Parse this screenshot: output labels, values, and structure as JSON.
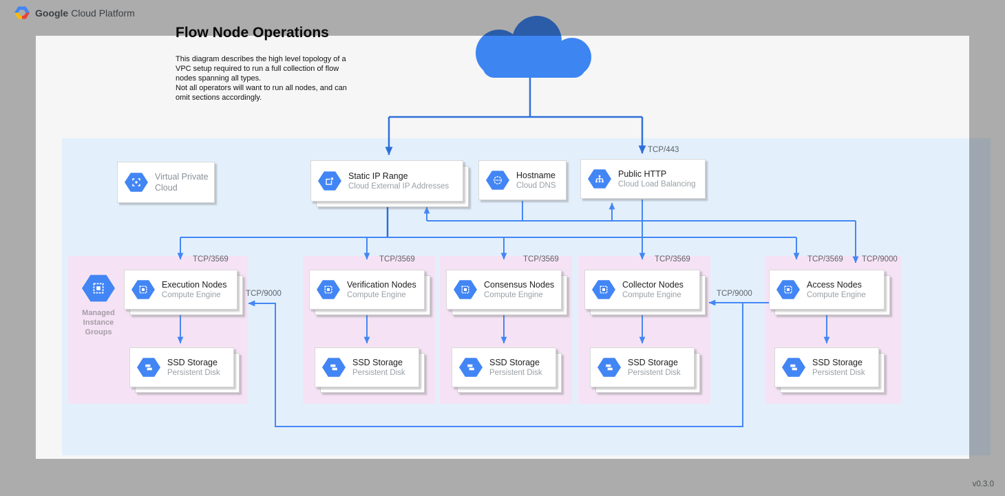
{
  "header": {
    "brand_bold": "Google",
    "brand_rest": "Cloud Platform"
  },
  "title": "Flow Node Operations",
  "description": "This diagram describes the high level topology of a\nVPC setup required to run a full collection of flow\nnodes spanning all types.\nNot all operators will want to run all nodes, and can\nomit sections accordingly.",
  "version": "v0.3.0",
  "colors": {
    "accent_blue": "#4285f4",
    "trunk_blue": "#2f6fd9",
    "vpc_fill": "#e3f0fc",
    "group_fill": "#f5e3f5",
    "canvas": "#f6f6f6"
  },
  "cards": {
    "vpc": {
      "title": "Virtual Private Cloud",
      "icon": "vpc-icon"
    },
    "static_ip": {
      "title": "Static IP Range",
      "subtitle": "Cloud External IP Addresses",
      "icon": "external-ip-icon"
    },
    "hostname": {
      "title": "Hostname",
      "subtitle": "Cloud DNS",
      "icon": "cloud-dns-icon"
    },
    "public_http": {
      "title": "Public HTTP",
      "subtitle": "Cloud Load Balancing",
      "icon": "load-balancer-icon"
    }
  },
  "mig": {
    "label": "Managed\nInstance\nGroups",
    "icon": "managed-instance-group-icon"
  },
  "compute_subtitle": "Compute Engine",
  "ssd": {
    "title": "SSD Storage",
    "subtitle": "Persistent Disk",
    "icon": "persistent-disk-icon"
  },
  "groups": [
    {
      "title": "Execution Nodes"
    },
    {
      "title": "Verification Nodes"
    },
    {
      "title": "Consensus Nodes"
    },
    {
      "title": "Collector Nodes"
    },
    {
      "title": "Access Nodes"
    }
  ],
  "ports": {
    "tcp443": "TCP/443",
    "tcp3569": "TCP/3569",
    "tcp9000": "TCP/9000"
  }
}
